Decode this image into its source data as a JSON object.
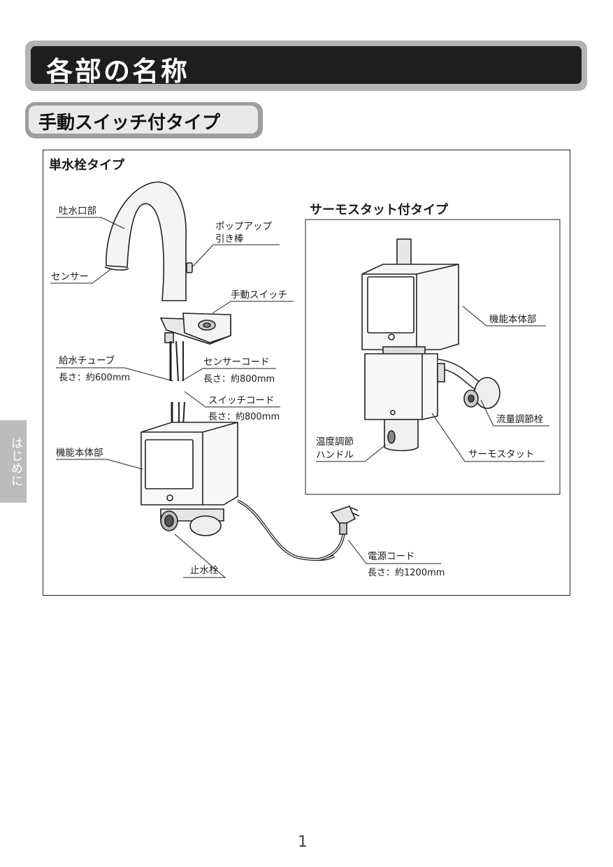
{
  "page": {
    "title": "各部の名称",
    "subtitle": "手動スイッチ付タイプ",
    "side_tab": "はじめに",
    "page_number": "1"
  },
  "single": {
    "heading": "単水栓タイプ",
    "spout": "吐水口部",
    "sensor": "センサー",
    "popup_1": "ポップアップ",
    "popup_2": "引き棒",
    "manual_switch": "手動スイッチ",
    "supply_tube": "給水チューブ",
    "supply_tube_len": "長さ：約600mm",
    "sensor_cord": "センサーコード",
    "sensor_cord_len": "長さ：約800mm",
    "switch_cord": "スイッチコード",
    "switch_cord_len": "長さ：約800mm",
    "body": "機能本体部",
    "stop_valve": "止水栓",
    "power_cord": "電源コード",
    "power_cord_len": "長さ：約1200mm"
  },
  "thermo": {
    "heading": "サーモスタット付タイプ",
    "body": "機能本体部",
    "flow_valve": "流量調節栓",
    "temp_handle_1": "温度調節",
    "temp_handle_2": "ハンドル",
    "thermostat": "サーモスタット"
  }
}
